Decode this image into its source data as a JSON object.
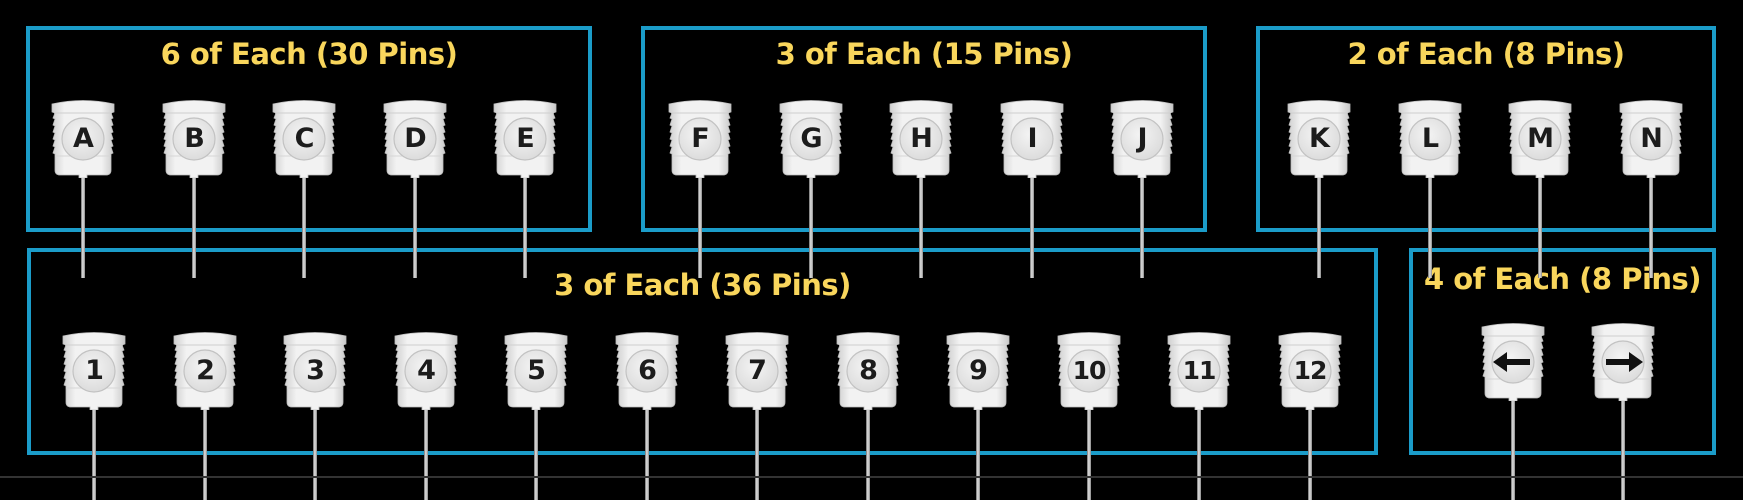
{
  "colors": {
    "background": "#000000",
    "border": "#1B9CC9",
    "title": "#F9D65C",
    "pin_body": "#EDEDED",
    "pin_label": "#1C1C1C"
  },
  "groups": [
    {
      "id": "letters-a-e",
      "title": "6 of Each (30 Pins)",
      "pins": [
        {
          "label": "A",
          "icon": null
        },
        {
          "label": "B",
          "icon": null
        },
        {
          "label": "C",
          "icon": null
        },
        {
          "label": "D",
          "icon": null
        },
        {
          "label": "E",
          "icon": null
        }
      ]
    },
    {
      "id": "letters-f-j",
      "title": "3 of Each (15 Pins)",
      "pins": [
        {
          "label": "F",
          "icon": null
        },
        {
          "label": "G",
          "icon": null
        },
        {
          "label": "H",
          "icon": null
        },
        {
          "label": "I",
          "icon": null
        },
        {
          "label": "J",
          "icon": null
        }
      ]
    },
    {
      "id": "letters-k-n",
      "title": "2 of Each (8 Pins)",
      "pins": [
        {
          "label": "K",
          "icon": null
        },
        {
          "label": "L",
          "icon": null
        },
        {
          "label": "M",
          "icon": null
        },
        {
          "label": "N",
          "icon": null
        }
      ]
    },
    {
      "id": "numbers-1-12",
      "title": "3 of Each (36 Pins)",
      "pins": [
        {
          "label": "1",
          "icon": null
        },
        {
          "label": "2",
          "icon": null
        },
        {
          "label": "3",
          "icon": null
        },
        {
          "label": "4",
          "icon": null
        },
        {
          "label": "5",
          "icon": null
        },
        {
          "label": "6",
          "icon": null
        },
        {
          "label": "7",
          "icon": null
        },
        {
          "label": "8",
          "icon": null
        },
        {
          "label": "9",
          "icon": null
        },
        {
          "label": "10",
          "icon": null
        },
        {
          "label": "11",
          "icon": null
        },
        {
          "label": "12",
          "icon": null
        }
      ]
    },
    {
      "id": "arrows",
      "title": "4 of Each (8 Pins)",
      "pins": [
        {
          "label": "",
          "icon": "arrow-left-icon"
        },
        {
          "label": "",
          "icon": "arrow-right-icon"
        }
      ]
    }
  ]
}
